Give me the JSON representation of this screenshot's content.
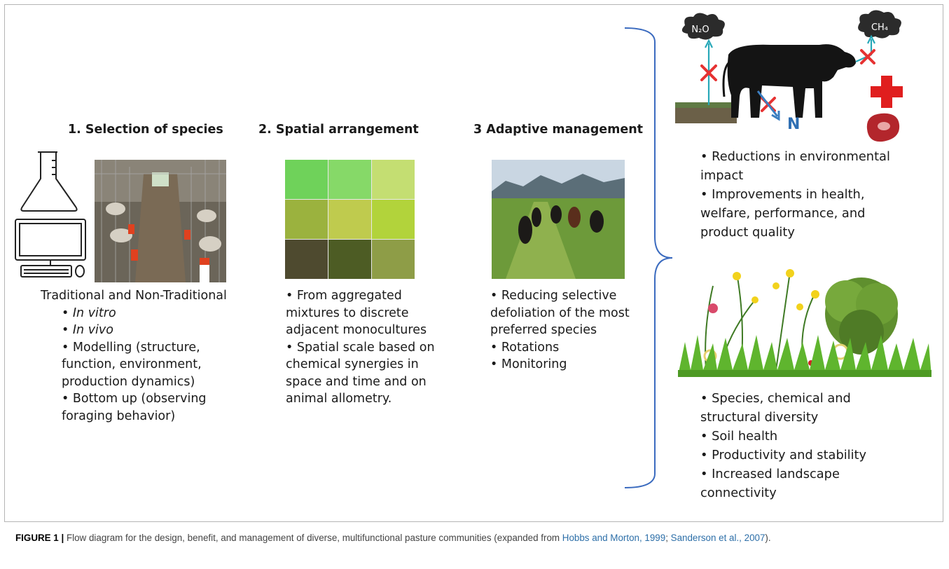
{
  "steps": [
    {
      "heading": "1.  Selection of species",
      "subheading": "Traditional and Non-Traditional",
      "bullets": [
        "• In vitro",
        "• In vivo",
        "• Modelling (structure,",
        "function, environment,",
        "production dynamics)",
        "• Bottom up (observing",
        "foraging  behavior)"
      ]
    },
    {
      "heading": "2.  Spatial arrangement",
      "bullets": [
        "• From aggregated",
        "mixtures to discrete",
        "adjacent monocultures",
        "• Spatial scale based on",
        "chemical synergies in",
        "space and time and on",
        "animal allometry."
      ],
      "grid_colors": [
        "#6fd25a",
        "#86d968",
        "#c4de72",
        "#9bb23e",
        "#bfcb4e",
        "#b2d33b",
        "#4e4a2f",
        "#4d5c24",
        "#8e9d47"
      ]
    },
    {
      "heading": "3  Adaptive management",
      "bullets": [
        "• Reducing selective",
        "defoliation of the most",
        "preferred species",
        "• Rotations",
        "• Monitoring"
      ]
    }
  ],
  "outcomes": {
    "livestock": {
      "gas_labels": [
        "N₂O",
        "CH₄"
      ],
      "n_label": "N",
      "bullets": [
        "• Reductions in environmental",
        "impact",
        "• Improvements in health,",
        "welfare, performance, and",
        "product quality"
      ]
    },
    "pasture": {
      "bullets": [
        "• Species, chemical and",
        "structural diversity",
        "• Soil health",
        "• Productivity and stability",
        "• Increased landscape",
        "connectivity"
      ]
    }
  },
  "caption": {
    "label": "FIGURE 1 |",
    "text": " Flow diagram for the design, benefit, and management of diverse, multifunctional pasture communities (expanded from ",
    "ref1": "Hobbs and Morton, 1999",
    "sep": "; ",
    "ref2": "Sanderson et al., 2007",
    "end": ")."
  },
  "colors": {
    "brace": "#3b6bbf",
    "cross": "#e63232",
    "arrow": "#27a8b8",
    "n_arrow": "#3b7ec0"
  }
}
